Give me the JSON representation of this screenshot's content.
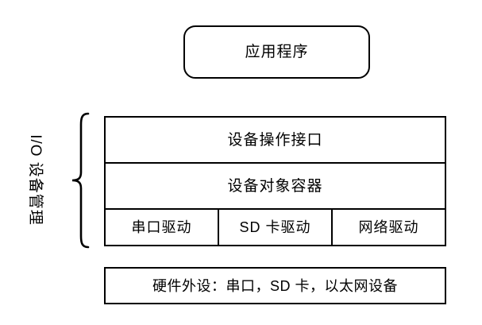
{
  "diagram": {
    "application": {
      "label": "应用程序"
    },
    "group": {
      "label": "I/O 设备管理",
      "brace_icon": "left-curly-brace-icon"
    },
    "layers": [
      {
        "label": "设备操作接口"
      },
      {
        "label": "设备对象容器"
      }
    ],
    "drivers": [
      {
        "label": "串口驱动"
      },
      {
        "label": "SD 卡驱动"
      },
      {
        "label": "网络驱动"
      }
    ],
    "hardware": {
      "label": "硬件外设：串口，SD 卡，以太网设备"
    },
    "colors": {
      "stroke": "#000000",
      "background": "#ffffff",
      "text": "#000000"
    }
  }
}
